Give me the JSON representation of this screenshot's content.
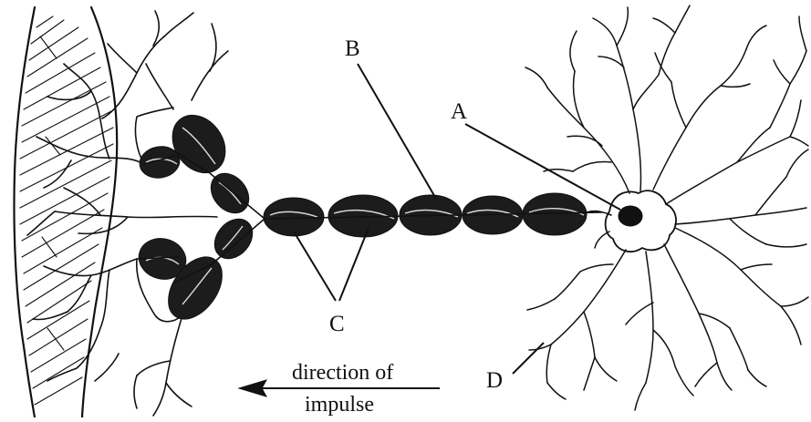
{
  "diagram": {
    "labels": {
      "a": "A",
      "b": "B",
      "c": "C",
      "d": "D"
    },
    "caption": {
      "line1": "direction of",
      "line2": "impulse"
    },
    "colors": {
      "ink": "#111111",
      "background": "#ffffff",
      "sheath_fill": "#1c1c1c",
      "sheath_highlight": "#d9d9d9"
    }
  }
}
